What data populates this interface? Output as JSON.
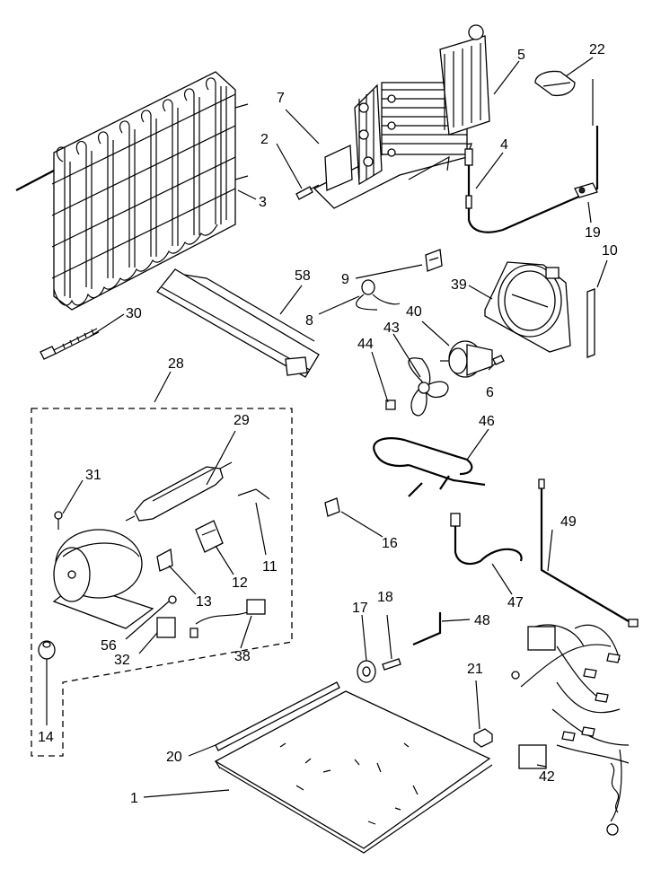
{
  "callouts": [
    {
      "id": "1",
      "text": "1"
    },
    {
      "id": "2",
      "text": "2"
    },
    {
      "id": "3",
      "text": "3"
    },
    {
      "id": "4",
      "text": "4"
    },
    {
      "id": "5",
      "text": "5"
    },
    {
      "id": "6",
      "text": "6"
    },
    {
      "id": "7",
      "text": "7"
    },
    {
      "id": "8",
      "text": "8"
    },
    {
      "id": "9",
      "text": "9"
    },
    {
      "id": "10",
      "text": "10"
    },
    {
      "id": "11",
      "text": "11"
    },
    {
      "id": "12",
      "text": "12"
    },
    {
      "id": "13",
      "text": "13"
    },
    {
      "id": "14",
      "text": "14"
    },
    {
      "id": "16",
      "text": "16"
    },
    {
      "id": "17",
      "text": "17"
    },
    {
      "id": "18",
      "text": "18"
    },
    {
      "id": "19",
      "text": "19"
    },
    {
      "id": "20",
      "text": "20"
    },
    {
      "id": "21",
      "text": "21"
    },
    {
      "id": "22",
      "text": "22"
    },
    {
      "id": "28",
      "text": "28"
    },
    {
      "id": "29",
      "text": "29"
    },
    {
      "id": "30",
      "text": "30"
    },
    {
      "id": "31",
      "text": "31"
    },
    {
      "id": "32",
      "text": "32"
    },
    {
      "id": "38",
      "text": "38"
    },
    {
      "id": "39",
      "text": "39"
    },
    {
      "id": "40",
      "text": "40"
    },
    {
      "id": "42",
      "text": "42"
    },
    {
      "id": "43",
      "text": "43"
    },
    {
      "id": "44",
      "text": "44"
    },
    {
      "id": "46",
      "text": "46"
    },
    {
      "id": "47",
      "text": "47"
    },
    {
      "id": "48",
      "text": "48"
    },
    {
      "id": "49",
      "text": "49"
    },
    {
      "id": "56",
      "text": "56"
    },
    {
      "id": "58",
      "text": "58"
    }
  ]
}
